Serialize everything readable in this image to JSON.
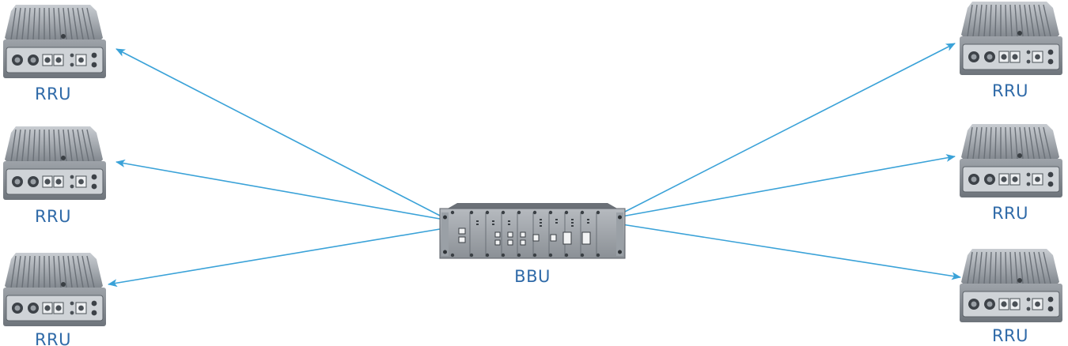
{
  "nodes": {
    "bbu": {
      "label": "BBU"
    },
    "rru_left_1": {
      "label": "RRU"
    },
    "rru_left_2": {
      "label": "RRU"
    },
    "rru_left_3": {
      "label": "RRU"
    },
    "rru_right_1": {
      "label": "RRU"
    },
    "rru_right_2": {
      "label": "RRU"
    },
    "rru_right_3": {
      "label": "RRU"
    }
  },
  "links": [
    {
      "from": "bbu",
      "to": "rru_left_1"
    },
    {
      "from": "bbu",
      "to": "rru_left_2"
    },
    {
      "from": "bbu",
      "to": "rru_left_3"
    },
    {
      "from": "bbu",
      "to": "rru_right_1"
    },
    {
      "from": "bbu",
      "to": "rru_right_2"
    },
    {
      "from": "bbu",
      "to": "rru_right_3"
    }
  ],
  "colors": {
    "link": "#3aa2d8",
    "label": "#2f6aa8"
  }
}
